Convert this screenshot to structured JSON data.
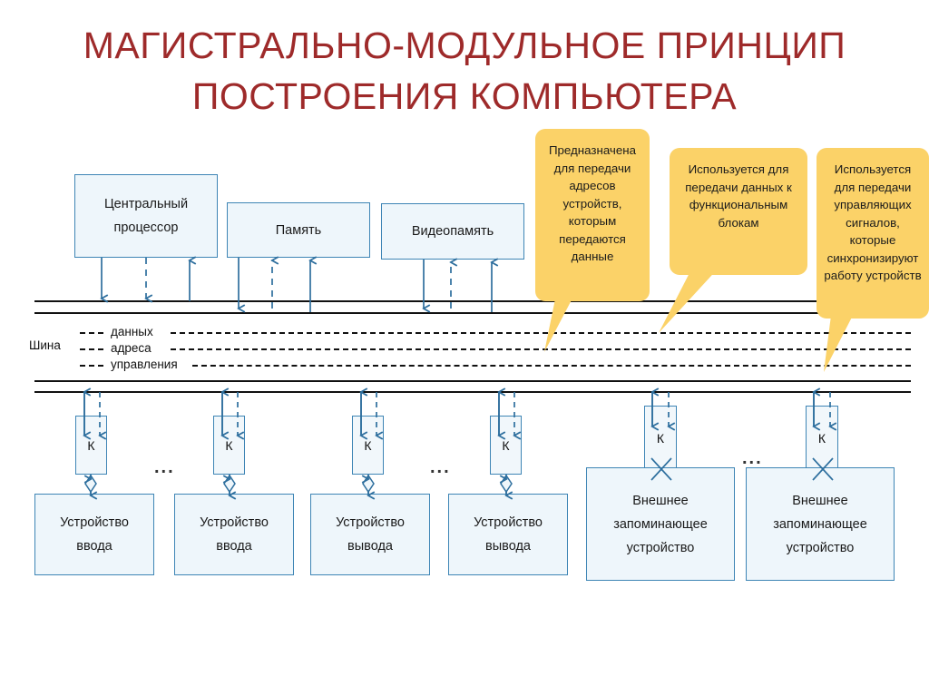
{
  "title": {
    "line1": "МАГИСТРАЛЬНО-МОДУЛЬНОЕ ПРИНЦИП",
    "line2": "ПОСТРОЕНИЯ КОМПЬЮТЕРА",
    "color": "#9e2a2a"
  },
  "colors": {
    "box_fill": "#eef6fb",
    "box_stroke": "#3e85b5",
    "callout_fill": "#fbd268",
    "line": "#111111",
    "arrow": "#2e6f9e"
  },
  "top_blocks": [
    {
      "name": "cpu",
      "line1": "Центральный",
      "line2": "процессор"
    },
    {
      "name": "memory",
      "line1": "Память",
      "line2": ""
    },
    {
      "name": "videomemory",
      "line1": "Видеопамять",
      "line2": ""
    }
  ],
  "bus": {
    "label": "Шина",
    "lines": [
      "данных",
      "адреса",
      "управления"
    ]
  },
  "callouts": [
    {
      "name": "address-bus-callout",
      "text": "Предназначена для передачи адресов устройств, которым передаются данные"
    },
    {
      "name": "data-bus-callout",
      "text": "Используется для передачи данных к функциональным блокам"
    },
    {
      "name": "control-bus-callout",
      "text": "Используется для передачи управляющих сигналов, которые синхронизируют работу устройств"
    }
  ],
  "controllers": [
    {
      "name": "controller-1",
      "label": "К"
    },
    {
      "name": "controller-2",
      "label": "К"
    },
    {
      "name": "controller-3",
      "label": "К"
    },
    {
      "name": "controller-4",
      "label": "К"
    },
    {
      "name": "controller-5",
      "label": "К"
    },
    {
      "name": "controller-6",
      "label": "К"
    }
  ],
  "devices": [
    {
      "name": "input-device-1",
      "line1": "Устройство",
      "line2": "ввода",
      "line3": ""
    },
    {
      "name": "input-device-2",
      "line1": "Устройство",
      "line2": "ввода",
      "line3": ""
    },
    {
      "name": "output-device-1",
      "line1": "Устройство",
      "line2": "вывода",
      "line3": ""
    },
    {
      "name": "output-device-2",
      "line1": "Устройство",
      "line2": "вывода",
      "line3": ""
    },
    {
      "name": "storage-device-1",
      "line1": "Внешнее",
      "line2": "запоминающее",
      "line3": "устройство"
    },
    {
      "name": "storage-device-2",
      "line1": "Внешнее",
      "line2": "запоминающее",
      "line3": "устройство"
    }
  ],
  "ellipses": [
    {
      "name": "ellipsis-1",
      "text": "..."
    },
    {
      "name": "ellipsis-2",
      "text": "..."
    },
    {
      "name": "ellipsis-3",
      "text": "..."
    }
  ]
}
